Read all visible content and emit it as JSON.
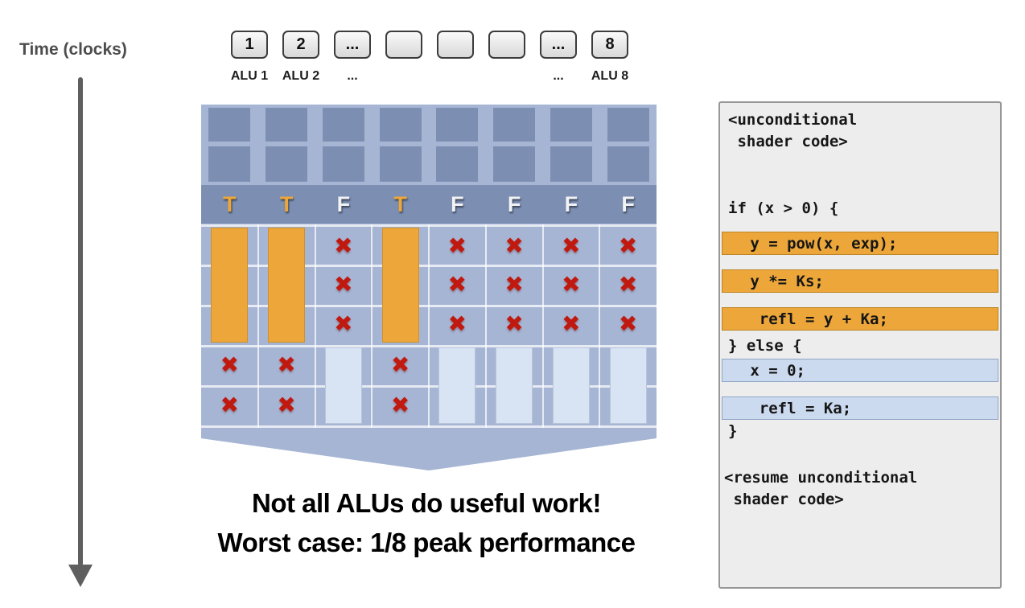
{
  "time_axis": {
    "label": "Time (clocks)"
  },
  "alus": {
    "boxes": [
      "1",
      "2",
      "...",
      "",
      "",
      "",
      "...",
      "8"
    ],
    "labels": [
      "ALU 1",
      "ALU 2",
      "...",
      "...",
      "ALU 8"
    ]
  },
  "grid": {
    "mask": [
      "T",
      "T",
      "F",
      "T",
      "F",
      "F",
      "F",
      "F"
    ],
    "idle_icon": "✖",
    "unconditional_rows": 2,
    "if_rows": 3,
    "else_rows": 2
  },
  "caption": {
    "line1": "Not all ALUs do useful work!",
    "line2": "Worst case: 1/8 peak performance"
  },
  "code_panel": {
    "lines": [
      {
        "text": "<unconditional"
      },
      {
        "text": " shader code>"
      },
      {
        "text": "if (x > 0) {"
      },
      {
        "text": "   y = pow(x, exp);",
        "highlight": "if"
      },
      {
        "text": "   y *= Ks;",
        "highlight": "if"
      },
      {
        "text": "    refl = y + Ka;",
        "highlight": "if"
      },
      {
        "text": "} else {"
      },
      {
        "text": "   x = 0;",
        "highlight": "else"
      },
      {
        "text": "    refl = Ka;",
        "highlight": "else"
      },
      {
        "text": "}"
      },
      {
        "text": "<resume unconditional"
      },
      {
        "text": " shader code>"
      }
    ]
  },
  "colors": {
    "block_bg": "#a6b5d3",
    "lane_dark": "#7c8fb3",
    "active": "#eca63a",
    "inactive": "#d8e3f4",
    "x_red": "#c0190f",
    "else_code": "#ccdaf0",
    "panel_bg": "#ededed"
  }
}
